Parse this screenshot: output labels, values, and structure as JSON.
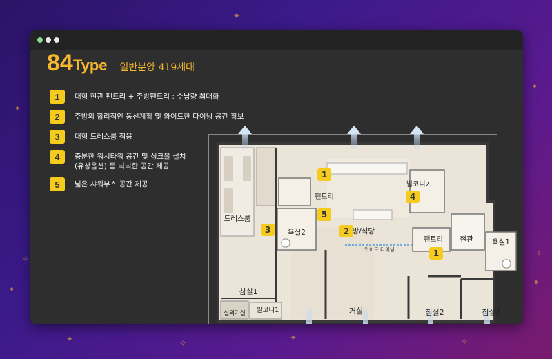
{
  "header": {
    "type_number": "84",
    "type_suffix": "Type",
    "subtitle": "일반분양 419세대"
  },
  "features": [
    {
      "num": "1",
      "text": "대형 현관 팬트리 + 주방팬트리 : 수납량 최대화"
    },
    {
      "num": "2",
      "text": "주방의 합리적인 동선계획 및 와이드한 다이닝 공간 확보"
    },
    {
      "num": "3",
      "text": "대형 드레스룸 적용"
    },
    {
      "num": "4",
      "text": "충분한 워시타워 공간 및 싱크볼 설치",
      "text2": "(유상옵션) 등 넉넉한 공간 제공"
    },
    {
      "num": "5",
      "text": "넓은 샤워부스 공간 제공"
    }
  ],
  "plan": {
    "rooms": {
      "dressroom": "드레스룸",
      "bath2": "욕실2",
      "pantry_kitchen": "팬트리",
      "pantry_entry": "팬트리",
      "entrance": "현관",
      "bath1": "욕실1",
      "kitchen": "주방/식당",
      "wide_dining": "와이드 다이닝",
      "balcony2": "발코니2",
      "bedroom1": "침실1",
      "living": "거실",
      "bedroom2": "침실2",
      "bedroom3": "침실3",
      "outdoor_unit": "실외기실",
      "balcony1": "발코니1"
    },
    "markers": {
      "m1a": "1",
      "m1b": "1",
      "m2": "2",
      "m3": "3",
      "m4": "4",
      "m5": "5"
    }
  },
  "colors": {
    "accent": "#f5b82e",
    "badge": "#f5cc1e",
    "window_bg": "#2e2e2e"
  }
}
